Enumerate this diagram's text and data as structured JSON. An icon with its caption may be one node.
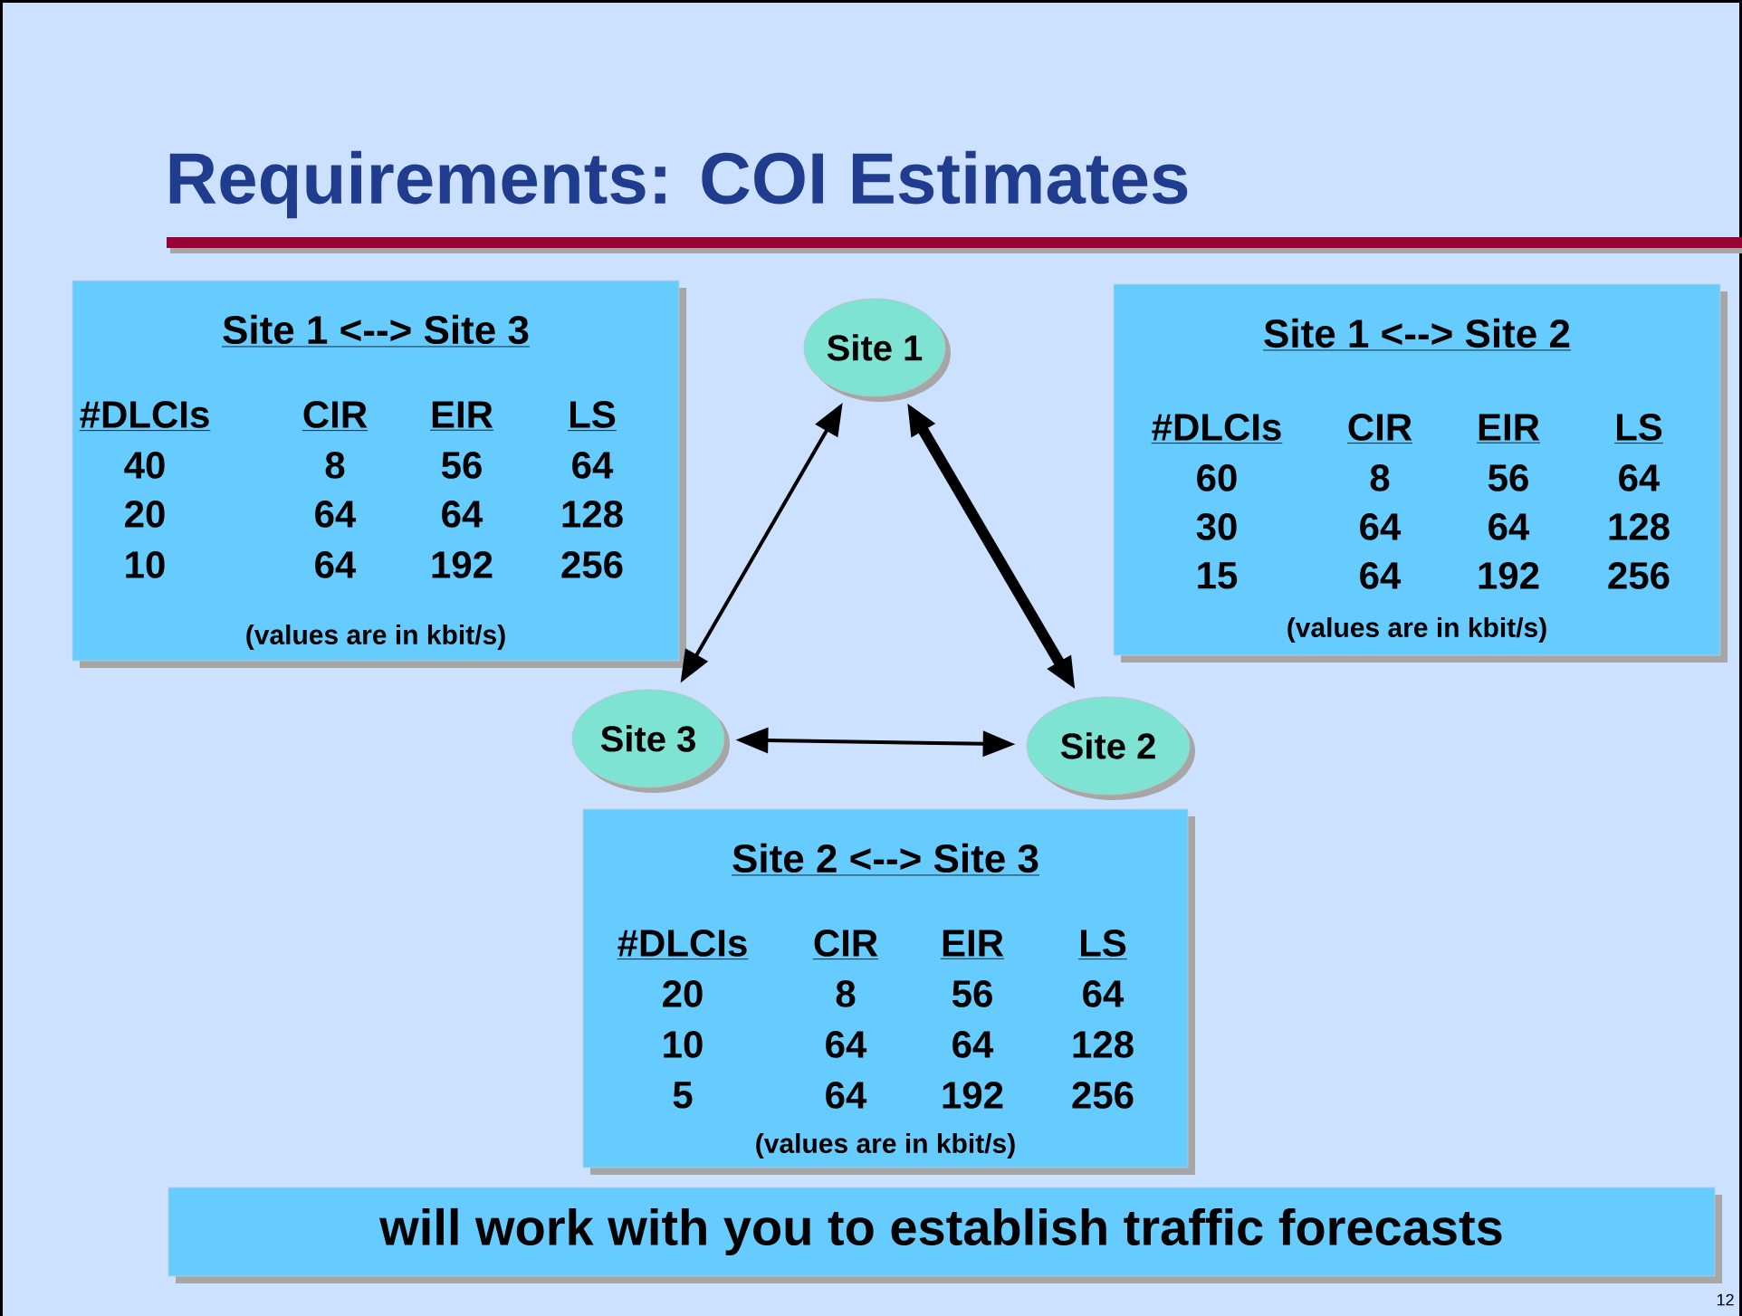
{
  "diagram": {
    "title": "Requirements: COI Estimates",
    "nodes": [
      {
        "text": [
          "Site 1 <--> Site 3",
          "#DLCIs",
          "CIR",
          "EIR",
          "LS",
          "40",
          "8",
          "56",
          "64",
          "20",
          "64",
          "64",
          "128",
          "10",
          "64",
          "192",
          "256",
          "(values are in kbit/s)"
        ]
      },
      {
        "text": [
          "Site 1"
        ]
      },
      {
        "text": [
          "Site 1 <--> Site 2",
          "#DLCIs",
          "CIR",
          "EIR",
          "LS",
          "60",
          "8",
          "56",
          "64",
          "30",
          "64",
          "64",
          "128",
          "15",
          "64",
          "192",
          "256",
          "(values are in kbit/s)"
        ]
      },
      {
        "text": [
          "Site 3"
        ]
      },
      {
        "text": [
          "Site 2"
        ]
      },
      {
        "text": [
          "Site 2 <--> Site 3",
          "#DLCIs",
          "CIR",
          "EIR",
          "LS",
          "20",
          "8",
          "56",
          "64",
          "10",
          "64",
          "64",
          "128",
          "5",
          "64",
          "192",
          "256",
          "(values are in kbit/s)"
        ]
      },
      {
        "text": [
          "will work with you to establish traffic forecasts"
        ]
      }
    ],
    "edges": [
      {
        "from": 1,
        "to": 3,
        "arrow": "both"
      },
      {
        "from": 1,
        "to": 4,
        "arrow": "both",
        "style": "thick"
      },
      {
        "from": 3,
        "to": 4,
        "arrow": "both"
      }
    ],
    "labels": [
      "12"
    ]
  }
}
